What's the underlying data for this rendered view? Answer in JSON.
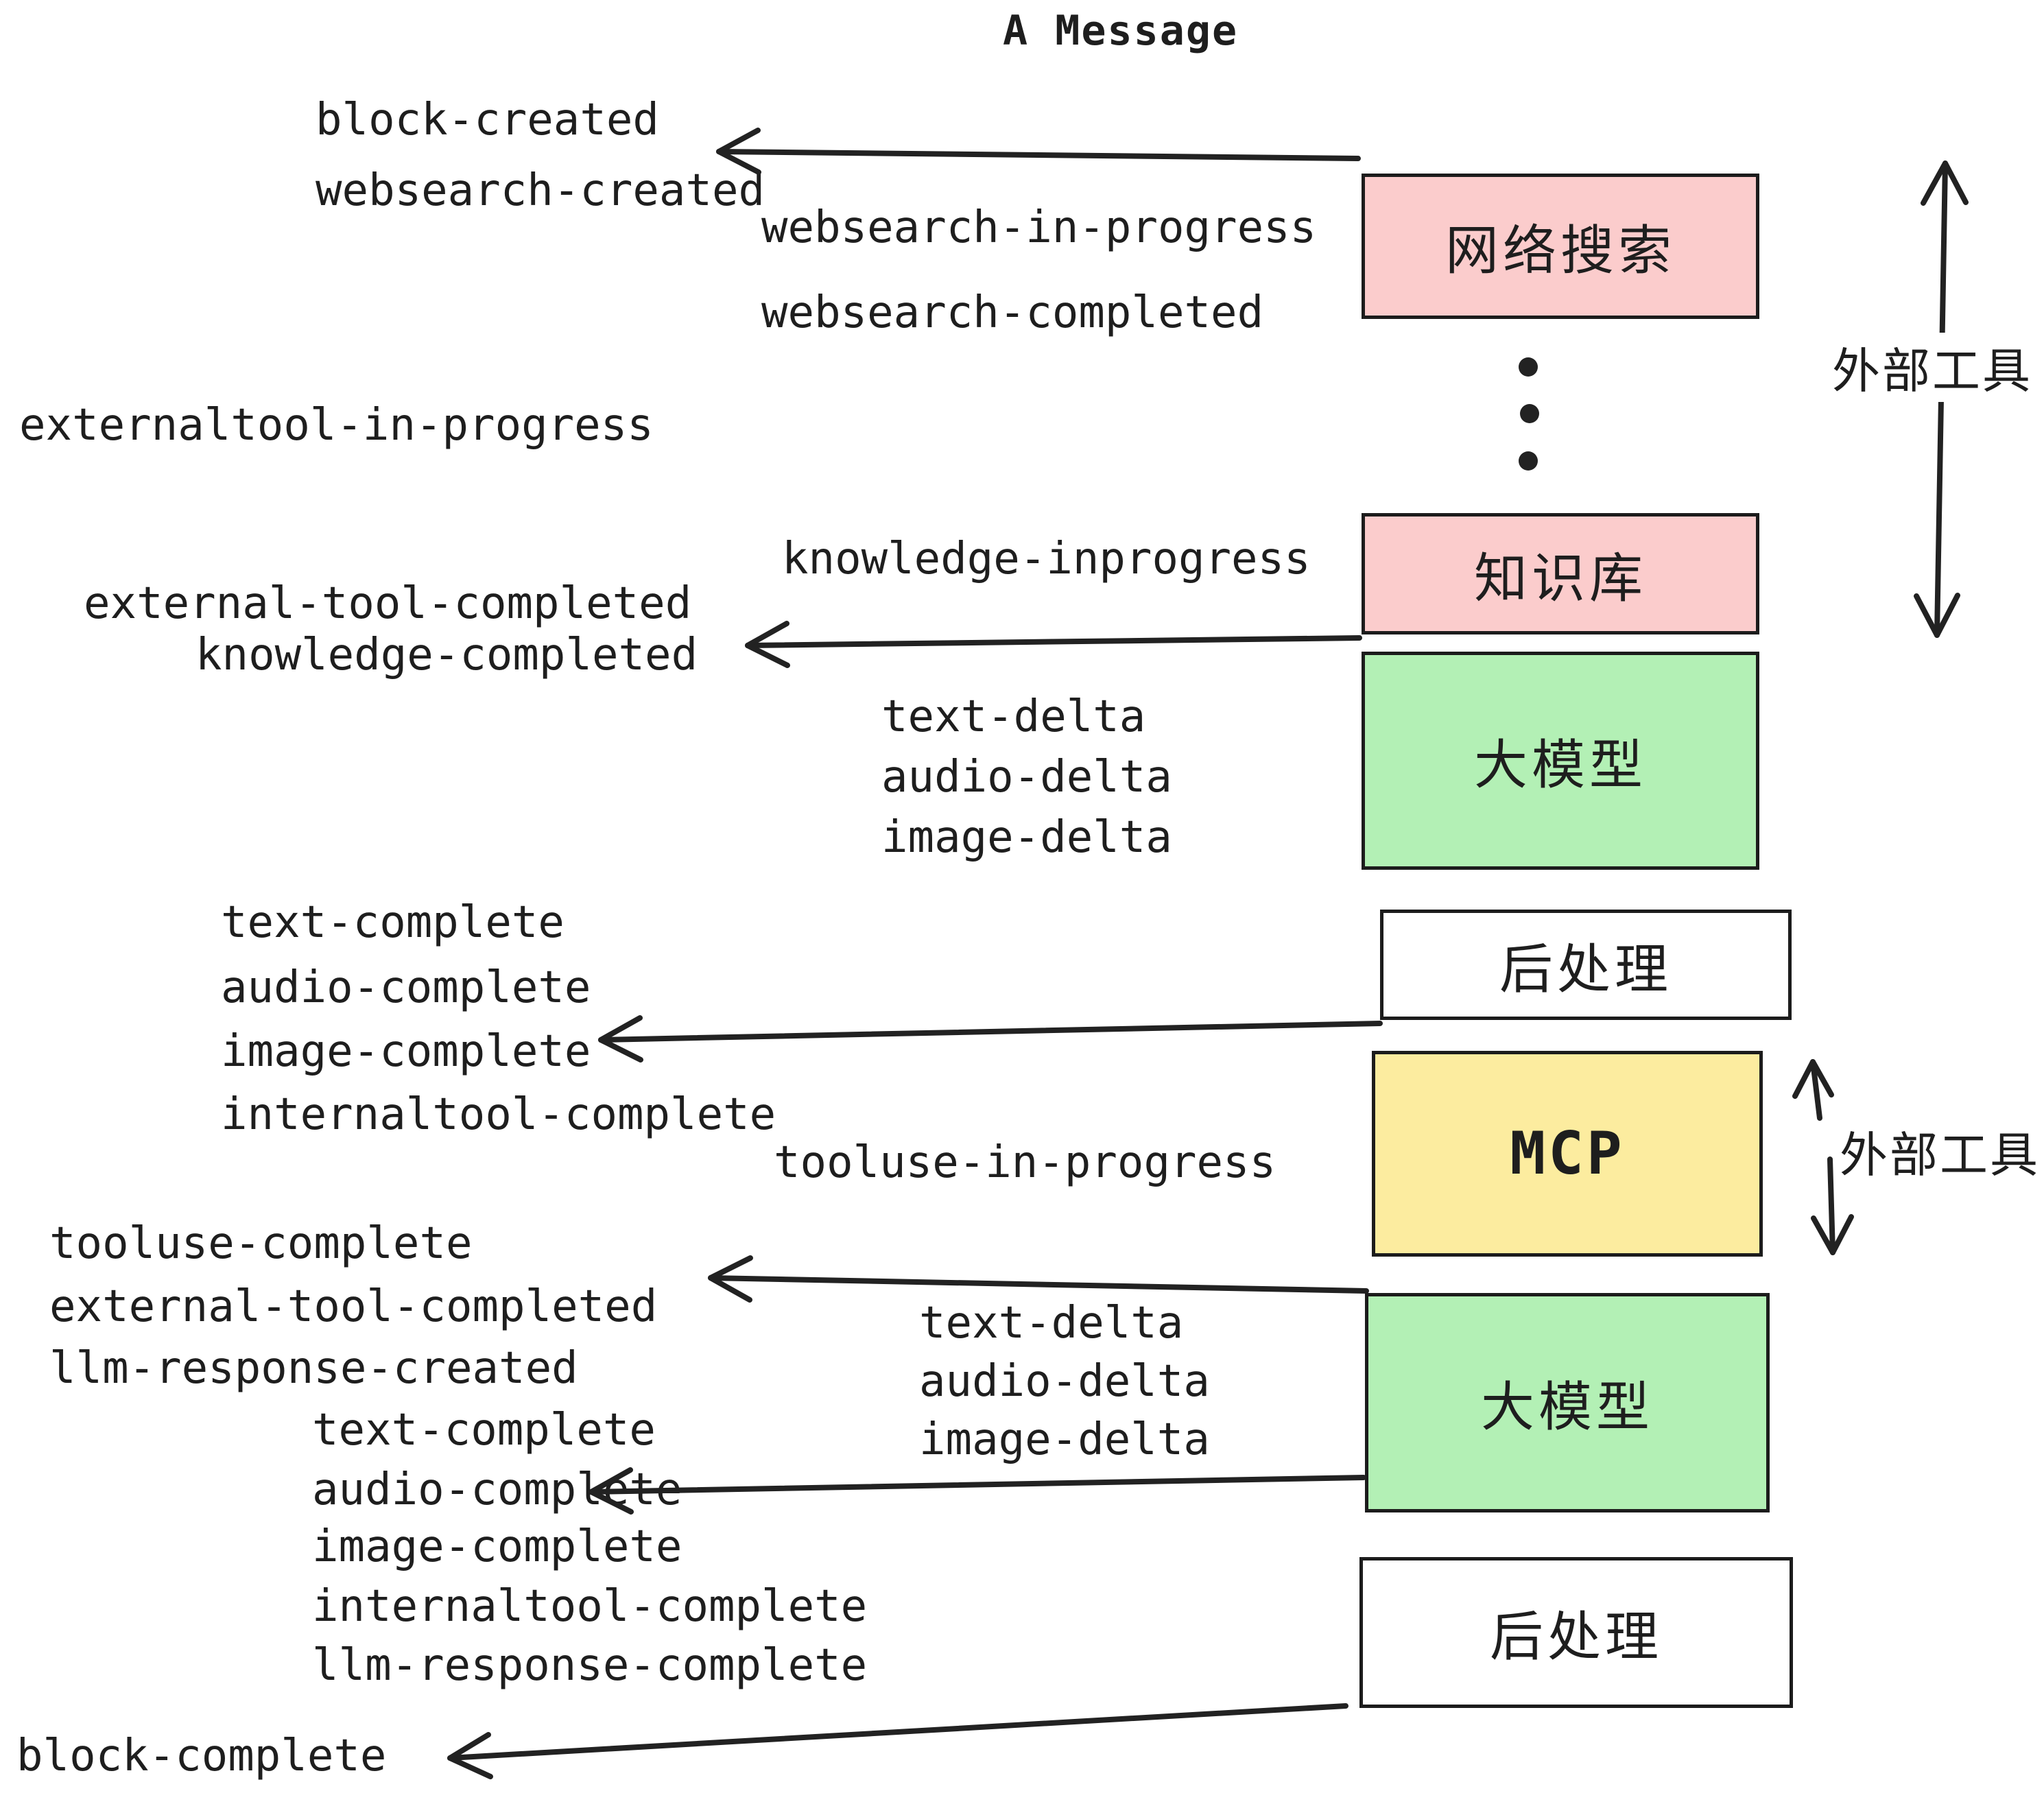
{
  "title": "A Message",
  "colors": {
    "pink": "#fbcccc",
    "green": "#b3f0b5",
    "yellow": "#fcec9f",
    "white": "#ffffff",
    "ink": "#222222",
    "border": "#1c1c1c"
  },
  "boxes": [
    {
      "label": "网络搜索",
      "color": "pink"
    },
    {
      "label": "知识库",
      "color": "pink"
    },
    {
      "label": "大模型",
      "color": "green"
    },
    {
      "label": "后处理",
      "color": "white"
    },
    {
      "label": "MCP",
      "color": "yellow"
    },
    {
      "label": "大模型",
      "color": "green"
    },
    {
      "label": "后处理",
      "color": "white"
    }
  ],
  "side_labels": {
    "external_tools_top": "外部工具",
    "external_tools_bottom": "外部工具"
  },
  "events": {
    "block_created": "block-created",
    "websearch_created": "websearch-created",
    "websearch_in_progress": "websearch-in-progress",
    "websearch_completed": "websearch-completed",
    "externaltool_in_progress": "externaltool-in-progress",
    "knowledge_inprogress": "knowledge-inprogress",
    "external_tool_completed_1": "external-tool-completed",
    "knowledge_completed": "knowledge-completed",
    "text_delta_1": "text-delta",
    "audio_delta_1": "audio-delta",
    "image_delta_1": "image-delta",
    "text_complete_1": "text-complete",
    "audio_complete_1": "audio-complete",
    "image_complete_1": "image-complete",
    "internaltool_complete_1": "internaltool-complete",
    "tooluse_in_progress": "tooluse-in-progress",
    "tooluse_complete": "tooluse-complete",
    "external_tool_completed_2": "external-tool-completed",
    "llm_response_created": "llm-response-created",
    "text_delta_2": "text-delta",
    "audio_delta_2": "audio-delta",
    "image_delta_2": "image-delta",
    "text_complete_2": "text-complete",
    "audio_complete_2": "audio-complete",
    "image_complete_2": "image-complete",
    "internaltool_complete_2": "internaltool-complete",
    "llm_response_complete": "llm-response-complete",
    "block_complete": "block-complete"
  }
}
